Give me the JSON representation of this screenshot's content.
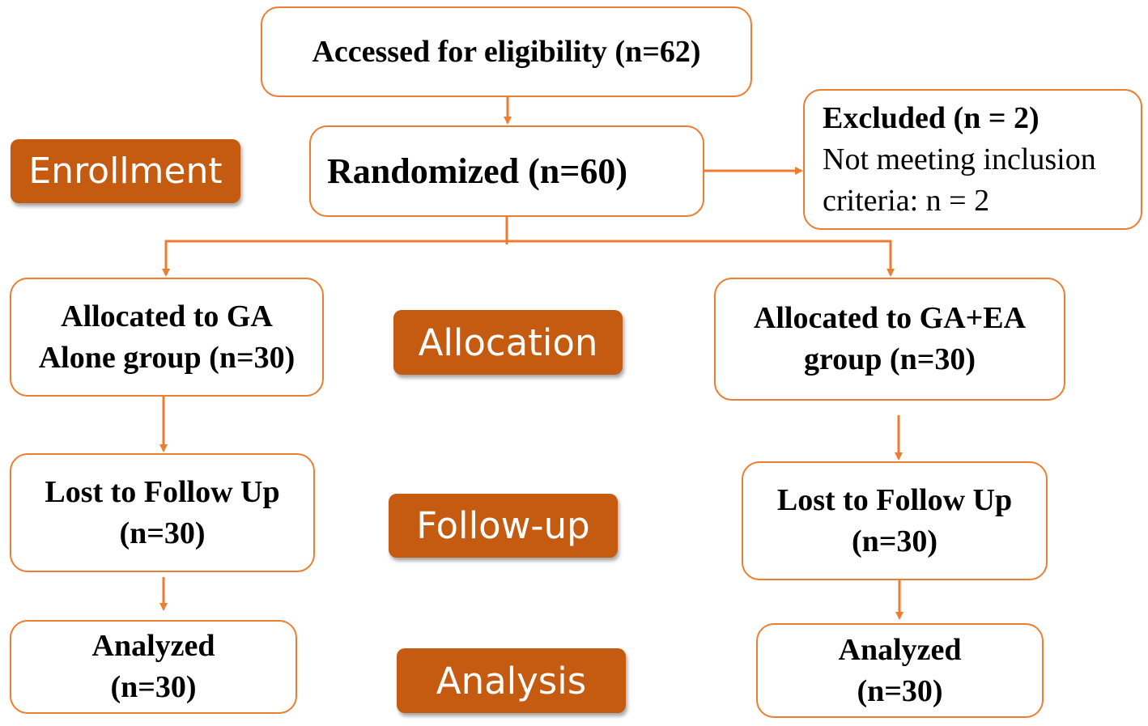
{
  "colors": {
    "border": "#ED7D31",
    "stage_fill": "#C55A11",
    "stage_text": "#FFFFFF",
    "text": "#000000"
  },
  "boxes": {
    "assessed": {
      "line1": "Accessed for eligibility (n=62)"
    },
    "randomized": {
      "line1": "Randomized (n=60)"
    },
    "excluded": {
      "title": "Excluded (n = 2)",
      "line2": "Not meeting inclusion",
      "line3": "criteria: n = 2"
    },
    "alloc_ga": {
      "line1": "Allocated to GA",
      "line2": "Alone group (n=30)"
    },
    "alloc_gaea": {
      "line1": "Allocated to GA+EA",
      "line2": "group (n=30)"
    },
    "lost_ga": {
      "line1": "Lost to Follow Up",
      "line2": "(n=30)"
    },
    "lost_gaea": {
      "line1": "Lost to Follow Up",
      "line2": "(n=30)"
    },
    "analyzed_ga": {
      "line1": "Analyzed",
      "line2": "(n=30)"
    },
    "analyzed_gaea": {
      "line1": "Analyzed",
      "line2": "(n=30)"
    }
  },
  "stages": {
    "enrollment": "Enrollment",
    "allocation": "Allocation",
    "followup": "Follow-up",
    "analysis": "Analysis"
  }
}
